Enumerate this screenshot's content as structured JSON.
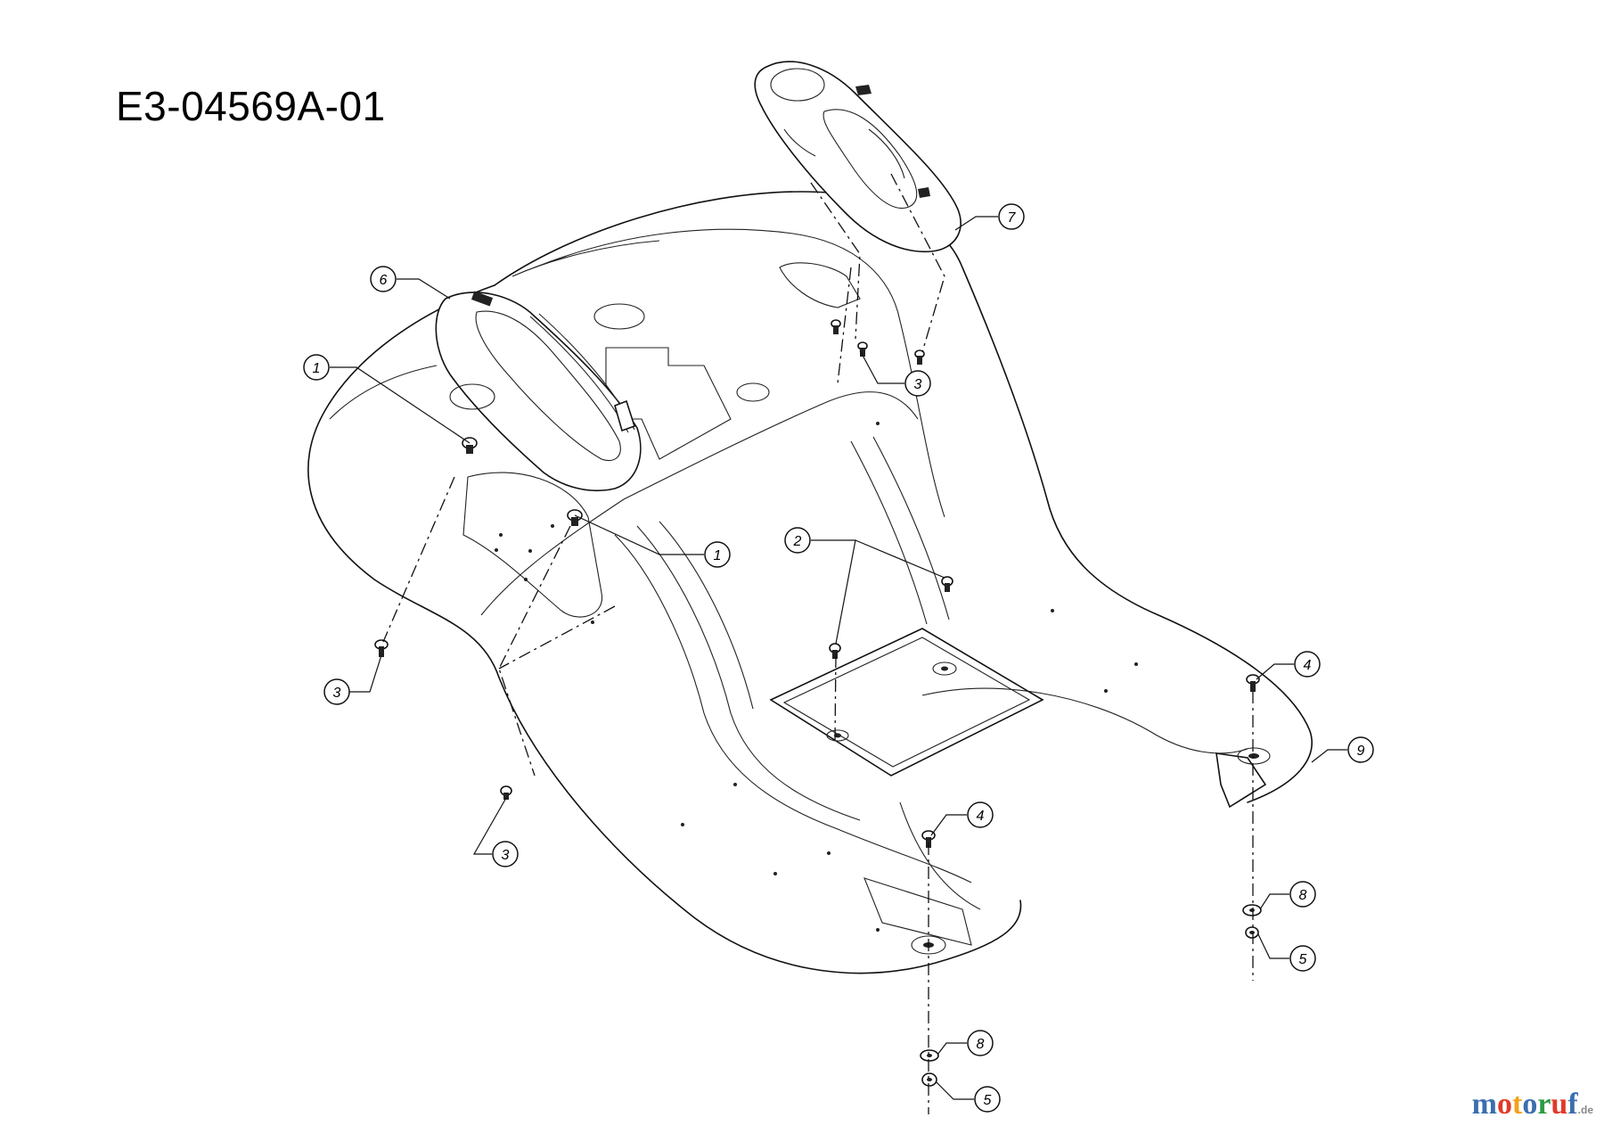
{
  "diagram": {
    "title": "E3-04569A-01",
    "watermark": {
      "letters": [
        {
          "ch": "m",
          "color": "#3a6fb0"
        },
        {
          "ch": "o",
          "color": "#e03a2a"
        },
        {
          "ch": "t",
          "color": "#f2a21b"
        },
        {
          "ch": "o",
          "color": "#3a6fb0"
        },
        {
          "ch": "r",
          "color": "#2e9a44"
        },
        {
          "ch": "u",
          "color": "#e03a2a"
        },
        {
          "ch": "f",
          "color": "#3a6fb0"
        }
      ],
      "suffix": ".de"
    },
    "callouts": [
      {
        "id": "callout-1a",
        "label": "1"
      },
      {
        "id": "callout-1b",
        "label": "1"
      },
      {
        "id": "callout-2",
        "label": "2"
      },
      {
        "id": "callout-3a",
        "label": "3"
      },
      {
        "id": "callout-3b",
        "label": "3"
      },
      {
        "id": "callout-3c",
        "label": "3"
      },
      {
        "id": "callout-4a",
        "label": "4"
      },
      {
        "id": "callout-4b",
        "label": "4"
      },
      {
        "id": "callout-5a",
        "label": "5"
      },
      {
        "id": "callout-5b",
        "label": "5"
      },
      {
        "id": "callout-6",
        "label": "6"
      },
      {
        "id": "callout-7",
        "label": "7"
      },
      {
        "id": "callout-8a",
        "label": "8"
      },
      {
        "id": "callout-8b",
        "label": "8"
      },
      {
        "id": "callout-9",
        "label": "9"
      }
    ]
  }
}
